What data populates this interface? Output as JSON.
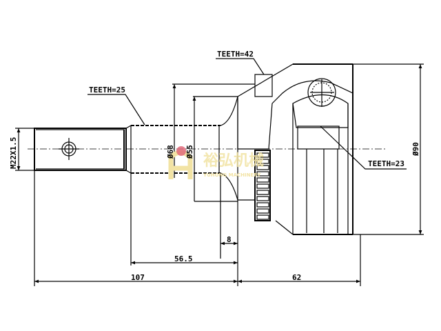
{
  "drawing": {
    "callouts": {
      "teeth_outer_shaft": "TEETH=25",
      "teeth_abs": "TEETH=42",
      "teeth_inner": "TEETH=23"
    },
    "dimensions": {
      "thread": "M22X1.5",
      "seal_diameter": "Ø68",
      "shaft_diameter": "Ø55",
      "outer_diameter": "Ø90",
      "shoulder": "8",
      "shaft_length": "56.5",
      "total_left": "107",
      "housing_length": "62"
    }
  },
  "watermark": {
    "text": "裕弘机械",
    "subtext": "YUHONG MACHINERY"
  },
  "colors": {
    "line": "#000000",
    "watermark": "#f2e3a4",
    "marker": "#e06a7a"
  }
}
